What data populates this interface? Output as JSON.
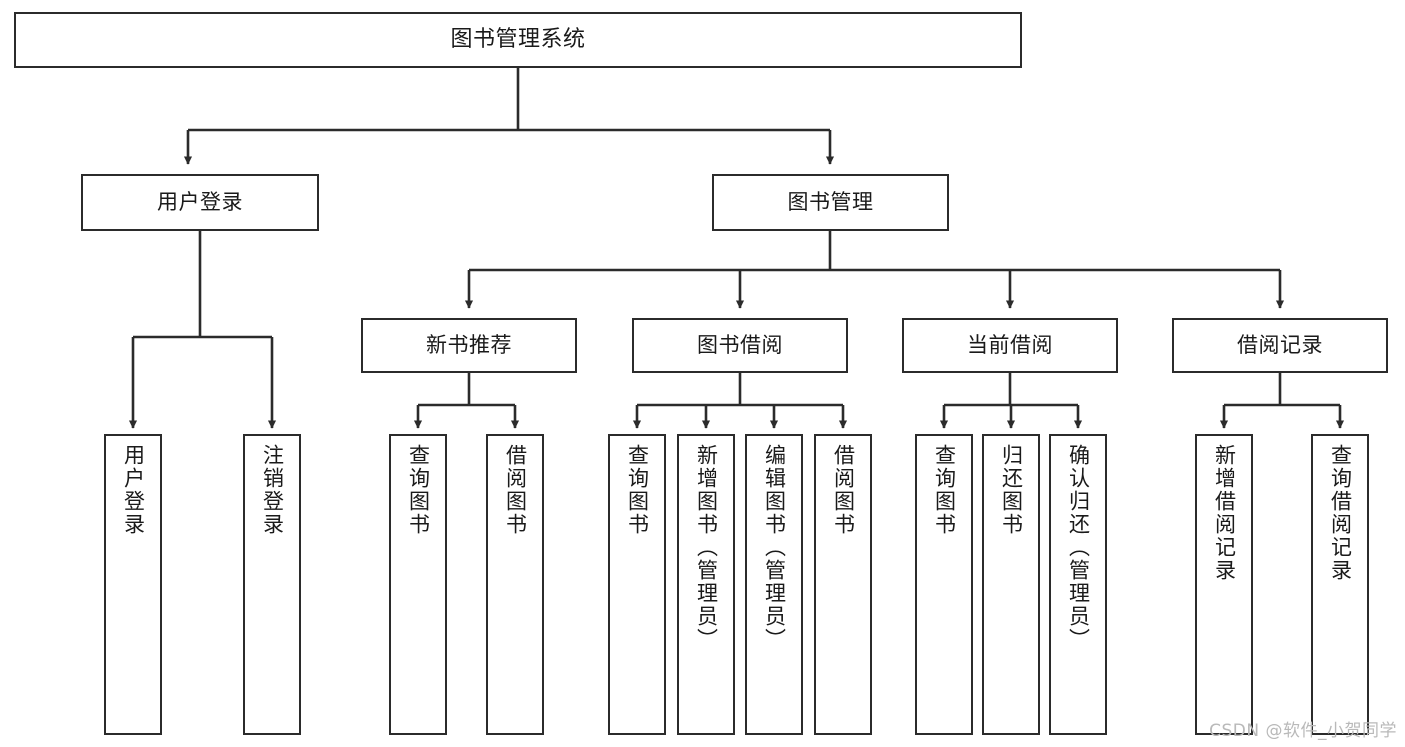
{
  "diagram": {
    "type": "tree",
    "title": "图书管理系统",
    "orientation": "top-down",
    "colors": {
      "border": "#2b2b2b",
      "background": "#ffffff",
      "text": "#1a1a1a",
      "watermark": "#b9b9b9"
    },
    "root": {
      "label": "图书管理系统"
    },
    "level2": [
      {
        "label": "用户登录"
      },
      {
        "label": "图书管理"
      }
    ],
    "level3": [
      {
        "label": "新书推荐"
      },
      {
        "label": "图书借阅"
      },
      {
        "label": "当前借阅"
      },
      {
        "label": "借阅记录"
      }
    ],
    "leaves": {
      "user_login": [
        {
          "label": "用户登录"
        },
        {
          "label": "注销登录"
        }
      ],
      "new_book_recommend": [
        {
          "label": "查询图书"
        },
        {
          "label": "借阅图书"
        }
      ],
      "book_borrow": [
        {
          "label": "查询图书"
        },
        {
          "label": "新增图书（管理员）"
        },
        {
          "label": "编辑图书（管理员）"
        },
        {
          "label": "借阅图书"
        }
      ],
      "current_borrow": [
        {
          "label": "查询图书"
        },
        {
          "label": "归还图书"
        },
        {
          "label": "确认归还（管理员）"
        }
      ],
      "borrow_record": [
        {
          "label": "新增借阅记录"
        },
        {
          "label": "查询借阅记录"
        }
      ]
    },
    "watermark": "CSDN @软件_小贺同学"
  }
}
